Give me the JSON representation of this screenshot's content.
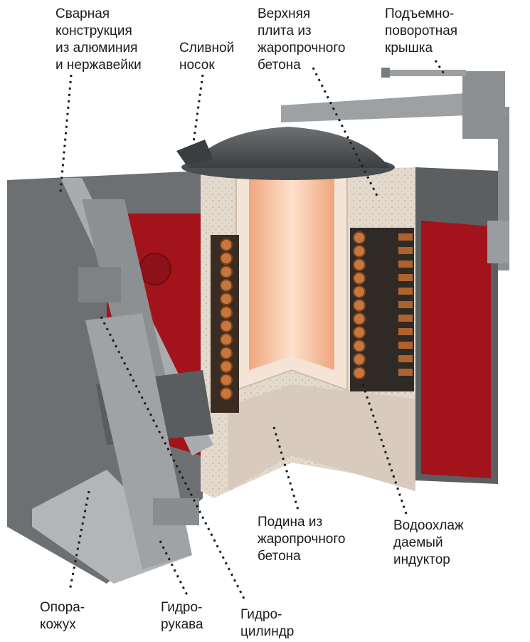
{
  "labels": {
    "welded_structure": [
      "Сварная",
      "конструкция",
      "из алюминия",
      "и нержавейки"
    ],
    "spout": [
      "Сливной",
      "носок"
    ],
    "top_plate": [
      "Верхняя",
      "плита из",
      "жаропрочного",
      "бетона"
    ],
    "lifting_lid": [
      "Подъемно-",
      "поворотная",
      "крышка"
    ],
    "hearth": [
      "Подина из",
      "жаропрочного",
      "бетона"
    ],
    "inductor": [
      "Водоохлаж",
      "даемый",
      "индуктор"
    ],
    "support": [
      "Опора-",
      "кожух"
    ],
    "hoses": [
      "Гидро-",
      "рукава"
    ],
    "cylinder": [
      "Гидро-",
      "цилиндр"
    ]
  },
  "colors": {
    "steel_grey": "#8c8f91",
    "dark_grey": "#4f5356",
    "light_grey": "#c3c6c7",
    "red_panel": "#a3131c",
    "concrete": "#e3d8cd",
    "crucible": "#f6b58f",
    "copper": "#c8763b",
    "leader_line": "#1b1b1b"
  },
  "icons": [
    "induction-furnace-illustration"
  ]
}
